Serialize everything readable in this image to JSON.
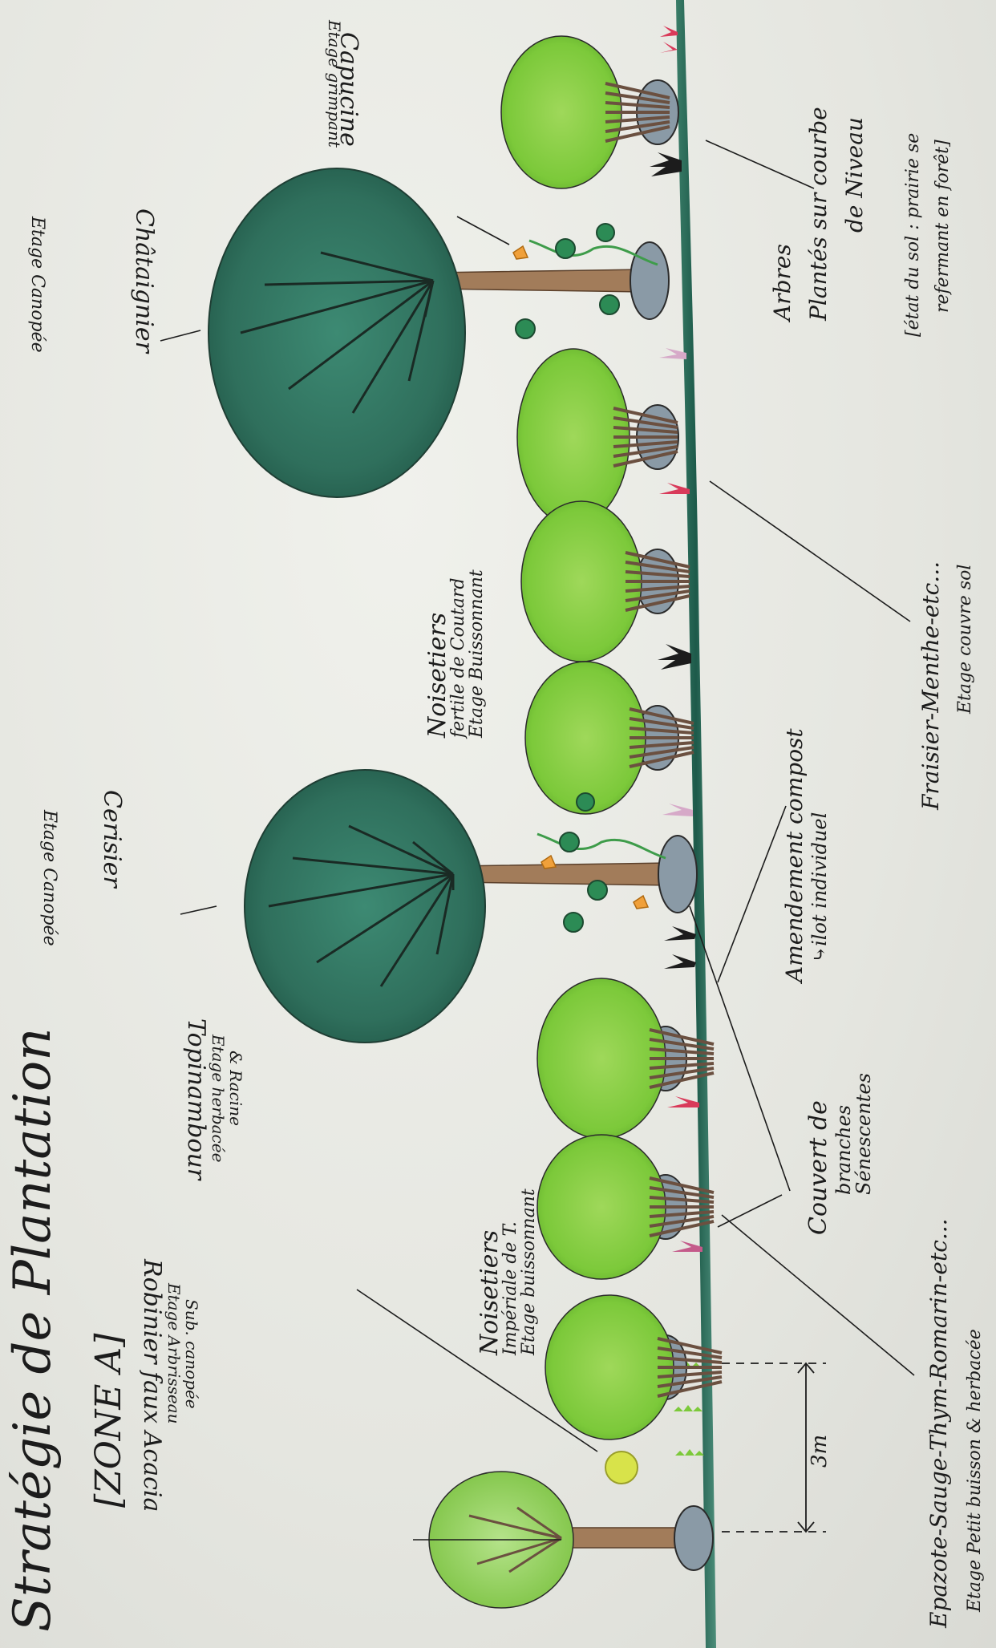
{
  "title": "Stratégie de Plantation",
  "zone": "[ZONE A]",
  "labels": {
    "robinier": "Robinier faux Acacia",
    "robinier_sub1": "Etage Arbrisseau",
    "robinier_sub2": "Sub. canopée",
    "topinambour": "Topinambour",
    "topinambour_sub1": "Etage herbacée",
    "topinambour_sub2": "& Racine",
    "noisetiers1": "Noisetiers",
    "noisetiers1_sub1": "Impériale de T.",
    "noisetiers1_sub2": "Etage buissonnant",
    "cerisier": "Cerisier",
    "cerisier_sub": "Etage Canopée",
    "noisetiers2": "Noisetiers",
    "noisetiers2_sub1": "fertile de Coutard",
    "noisetiers2_sub2": "Etage Buissonnant",
    "chataignier": "Châtaignier",
    "chataignier_sub": "Etage Canopée",
    "capucine": "Capucine",
    "capucine_sub": "Etage grimpant",
    "couvert1": "Couvert de",
    "couvert2": "branches",
    "couvert3": "Sénescentes",
    "amendement1": "Amendement compost",
    "amendement2": "⤷ilot individuel",
    "epazote1": "Epazote-Sauge-Thym-Romarin-etc...",
    "epazote2": "Etage Petit buisson & herbacée",
    "fraisier1": "Fraisier-Menthe-etc...",
    "fraisier2": "Etage couvre sol",
    "arbres1": "Arbres",
    "arbres2": "Plantés sur courbe",
    "arbres3": "de Niveau",
    "etat1": "[état du sol : prairie se",
    "etat2": "refermant en forêt]",
    "distance": "3m"
  },
  "colors": {
    "ground": "#1d5a4a",
    "light_green": "#7cc93a",
    "dark_canopy": "#2f6f5c",
    "trunk": "#a27c5a",
    "ink": "#1c1c1c"
  }
}
